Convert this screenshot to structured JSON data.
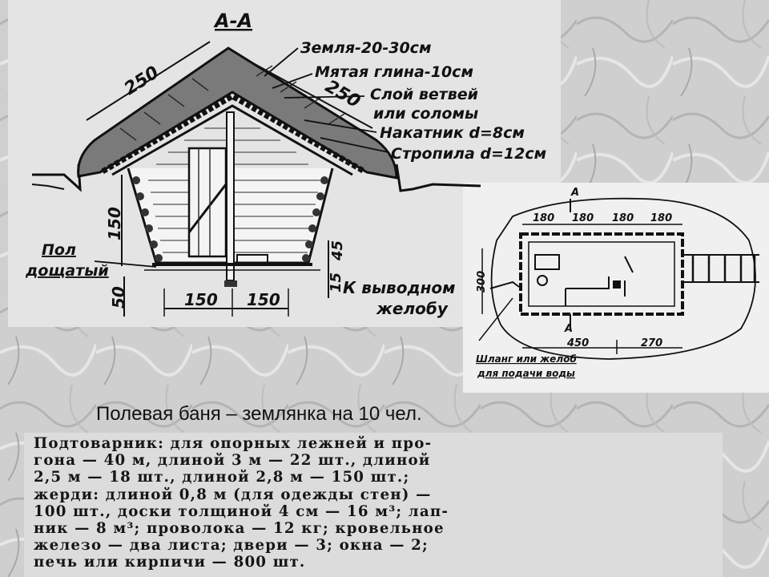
{
  "section": {
    "title": "А-А",
    "dim_roof_left": "250",
    "dim_roof_right": "250",
    "layers": [
      "Земля-20-30см",
      "Мятая глина-10см",
      "Слой ветвей",
      "или соломы",
      "Накатник d=8см",
      "Стропила d=12см"
    ],
    "dim_height": "150",
    "dim_45": "45",
    "dim_15": "15",
    "dim_50": "50",
    "dim_bottom_left": "150",
    "dim_bottom_right": "150",
    "floor_label_1": "Пол",
    "floor_label_2": "дощатый",
    "drain_label_1": "К выводном",
    "drain_label_2": "желобу"
  },
  "plan": {
    "section_marker_top": "А",
    "section_marker_bottom": "А",
    "top_dims": [
      "180",
      "180",
      "180",
      "180"
    ],
    "dim_side": "300",
    "dim_bottom_left": "450",
    "dim_bottom_right": "270",
    "note_1": "Шланг или желоб",
    "note_2": "для подачи воды"
  },
  "caption": "Полевая баня – землянка на 10 чел.",
  "spec_lines": [
    "Подтоварник: для опорных лежней и про-",
    "гона — 40 м, длиной 3 м — 22 шт., длиной",
    "2,5 м — 18 шт., длиной 2,8 м — 150 шт.;",
    "жерди: длиной 0,8 м (для одежды стен) —",
    "100 шт., доски толщиной 4 см — 16 м³; лап-",
    "ник — 8 м³; проволока — 12 кг; кровельное",
    "железо — два листа; двери — 3; окна — 2;",
    "печь или кирпичи — 800 шт."
  ]
}
